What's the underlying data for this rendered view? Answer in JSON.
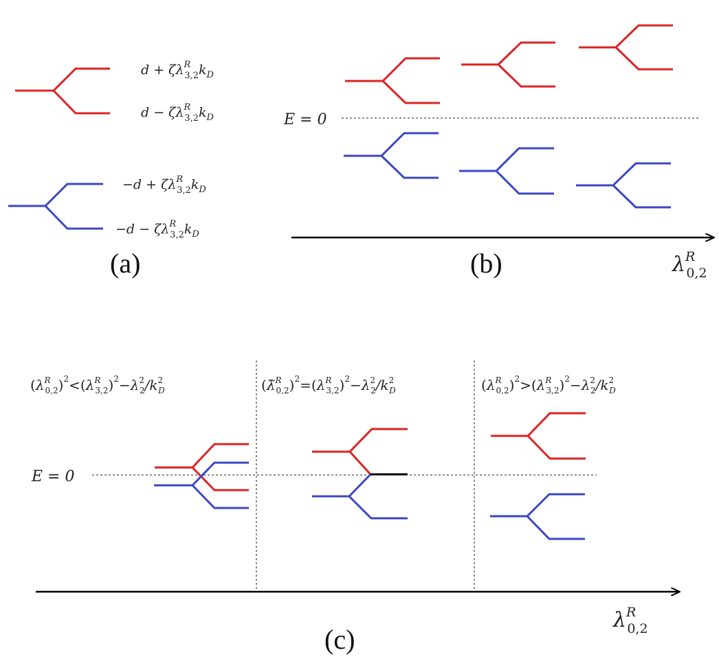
{
  "panel_a": {
    "caption": "(a)",
    "labels": {
      "red_upper": {
        "sign": "d + ζλ",
        "sup": "R",
        "sub": "3,2",
        "tail": "k",
        "tail_sub": "D"
      },
      "red_lower": {
        "sign": "d − ζλ",
        "sup": "R",
        "sub": "3,2",
        "tail": "k",
        "tail_sub": "D"
      },
      "blue_upper": {
        "sign": "−d + ζλ",
        "sup": "R",
        "sub": "3,2",
        "tail": "k",
        "tail_sub": "D"
      },
      "blue_lower": {
        "sign": "−d − ζλ",
        "sup": "R",
        "sub": "3,2",
        "tail": "k",
        "tail_sub": "D"
      }
    }
  },
  "panel_b": {
    "caption": "(b)",
    "zero_label": "E = 0",
    "axis_label": {
      "base": "λ",
      "sup": "R",
      "sub": "0,2"
    }
  },
  "panel_c": {
    "caption": "(c)",
    "zero_label": "E = 0",
    "axis_label": {
      "base": "λ",
      "sup": "R",
      "sub": "0,2"
    },
    "regions": [
      {
        "lhs": "λ",
        "lhs_sup": "R",
        "lhs_sub": "0,2",
        "op": "<",
        "rhs": "λ",
        "rhs_sup": "R",
        "rhs_sub": "3,2",
        "tail": "−λ",
        "tail_sup": "2",
        "tail_sub": "2",
        "k": "/k",
        "k_sup": "2",
        "k_sub": "D"
      },
      {
        "lhs": "λ̃",
        "lhs_sup": "R",
        "lhs_sub": "0,2",
        "op": "=",
        "rhs": "λ",
        "rhs_sup": "R",
        "rhs_sub": "3,2",
        "tail": "−λ",
        "tail_sup": "2",
        "tail_sub": "2",
        "k": "/k",
        "k_sup": "2",
        "k_sub": "D"
      },
      {
        "lhs": "λ",
        "lhs_sup": "R",
        "lhs_sub": "0,2",
        "op": ">",
        "rhs": "λ",
        "rhs_sup": "R",
        "rhs_sub": "3,2",
        "tail": "−λ",
        "tail_sup": "2",
        "tail_sub": "2",
        "k": "/k",
        "k_sup": "2",
        "k_sub": "D"
      }
    ]
  },
  "colors": {
    "upper_band": "#dd2222",
    "lower_band": "#3a46c4",
    "merged": "#000000"
  }
}
